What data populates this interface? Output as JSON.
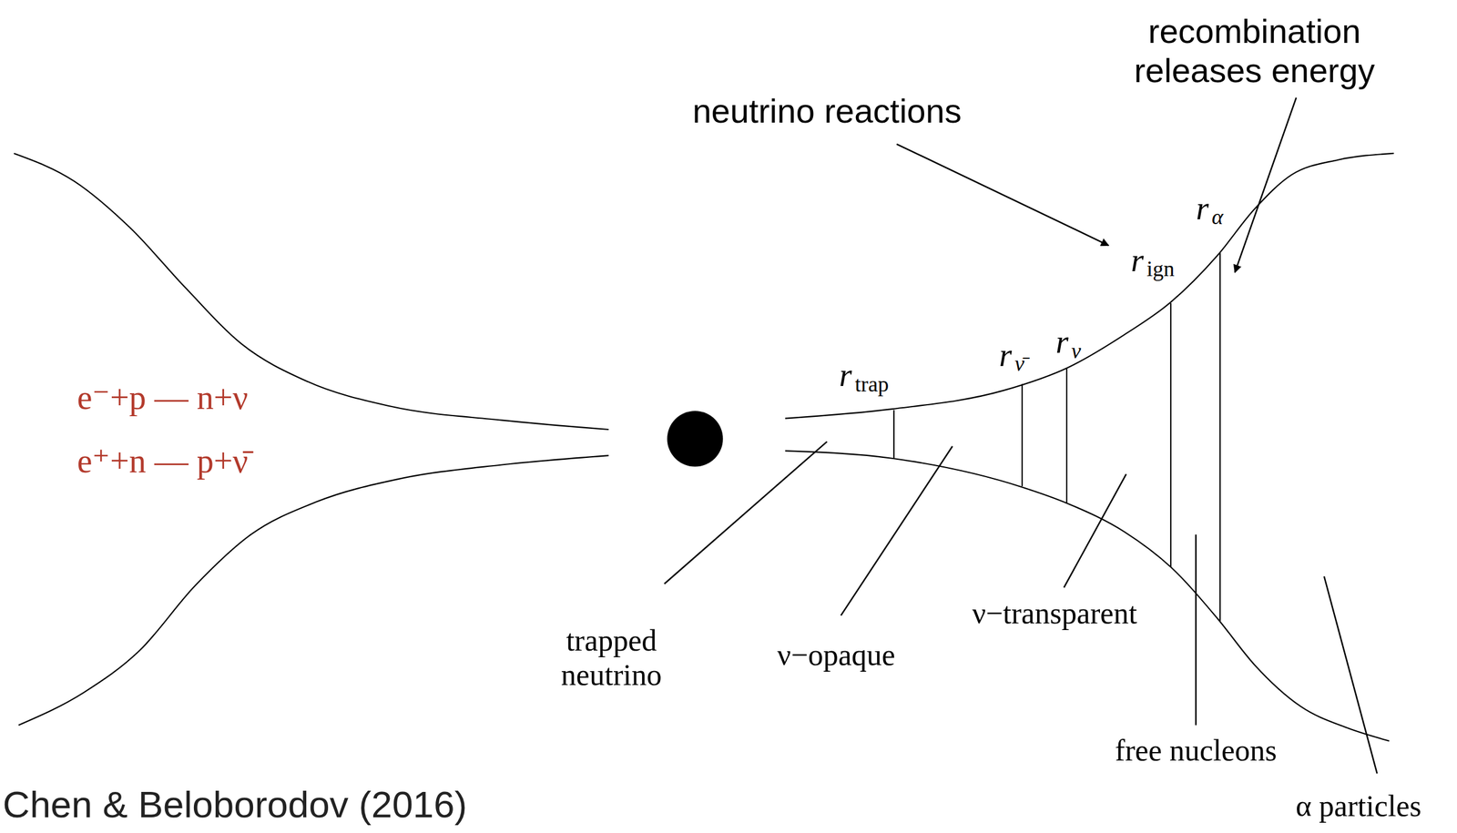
{
  "diagram": {
    "labels": [
      "recombination releases energy",
      "neutrino reactions",
      "r",
      "trap",
      "r",
      "ν̄",
      "r",
      "ν",
      "r",
      "ign",
      "r",
      "α",
      "e⁻+p — n+ν",
      "e⁺+n — p+ν̄",
      "trapped neutrino",
      "ν−opaque",
      "ν−transparent",
      "free nucleons",
      "α particles",
      "Chen & Beloborodov (2016)"
    ]
  }
}
